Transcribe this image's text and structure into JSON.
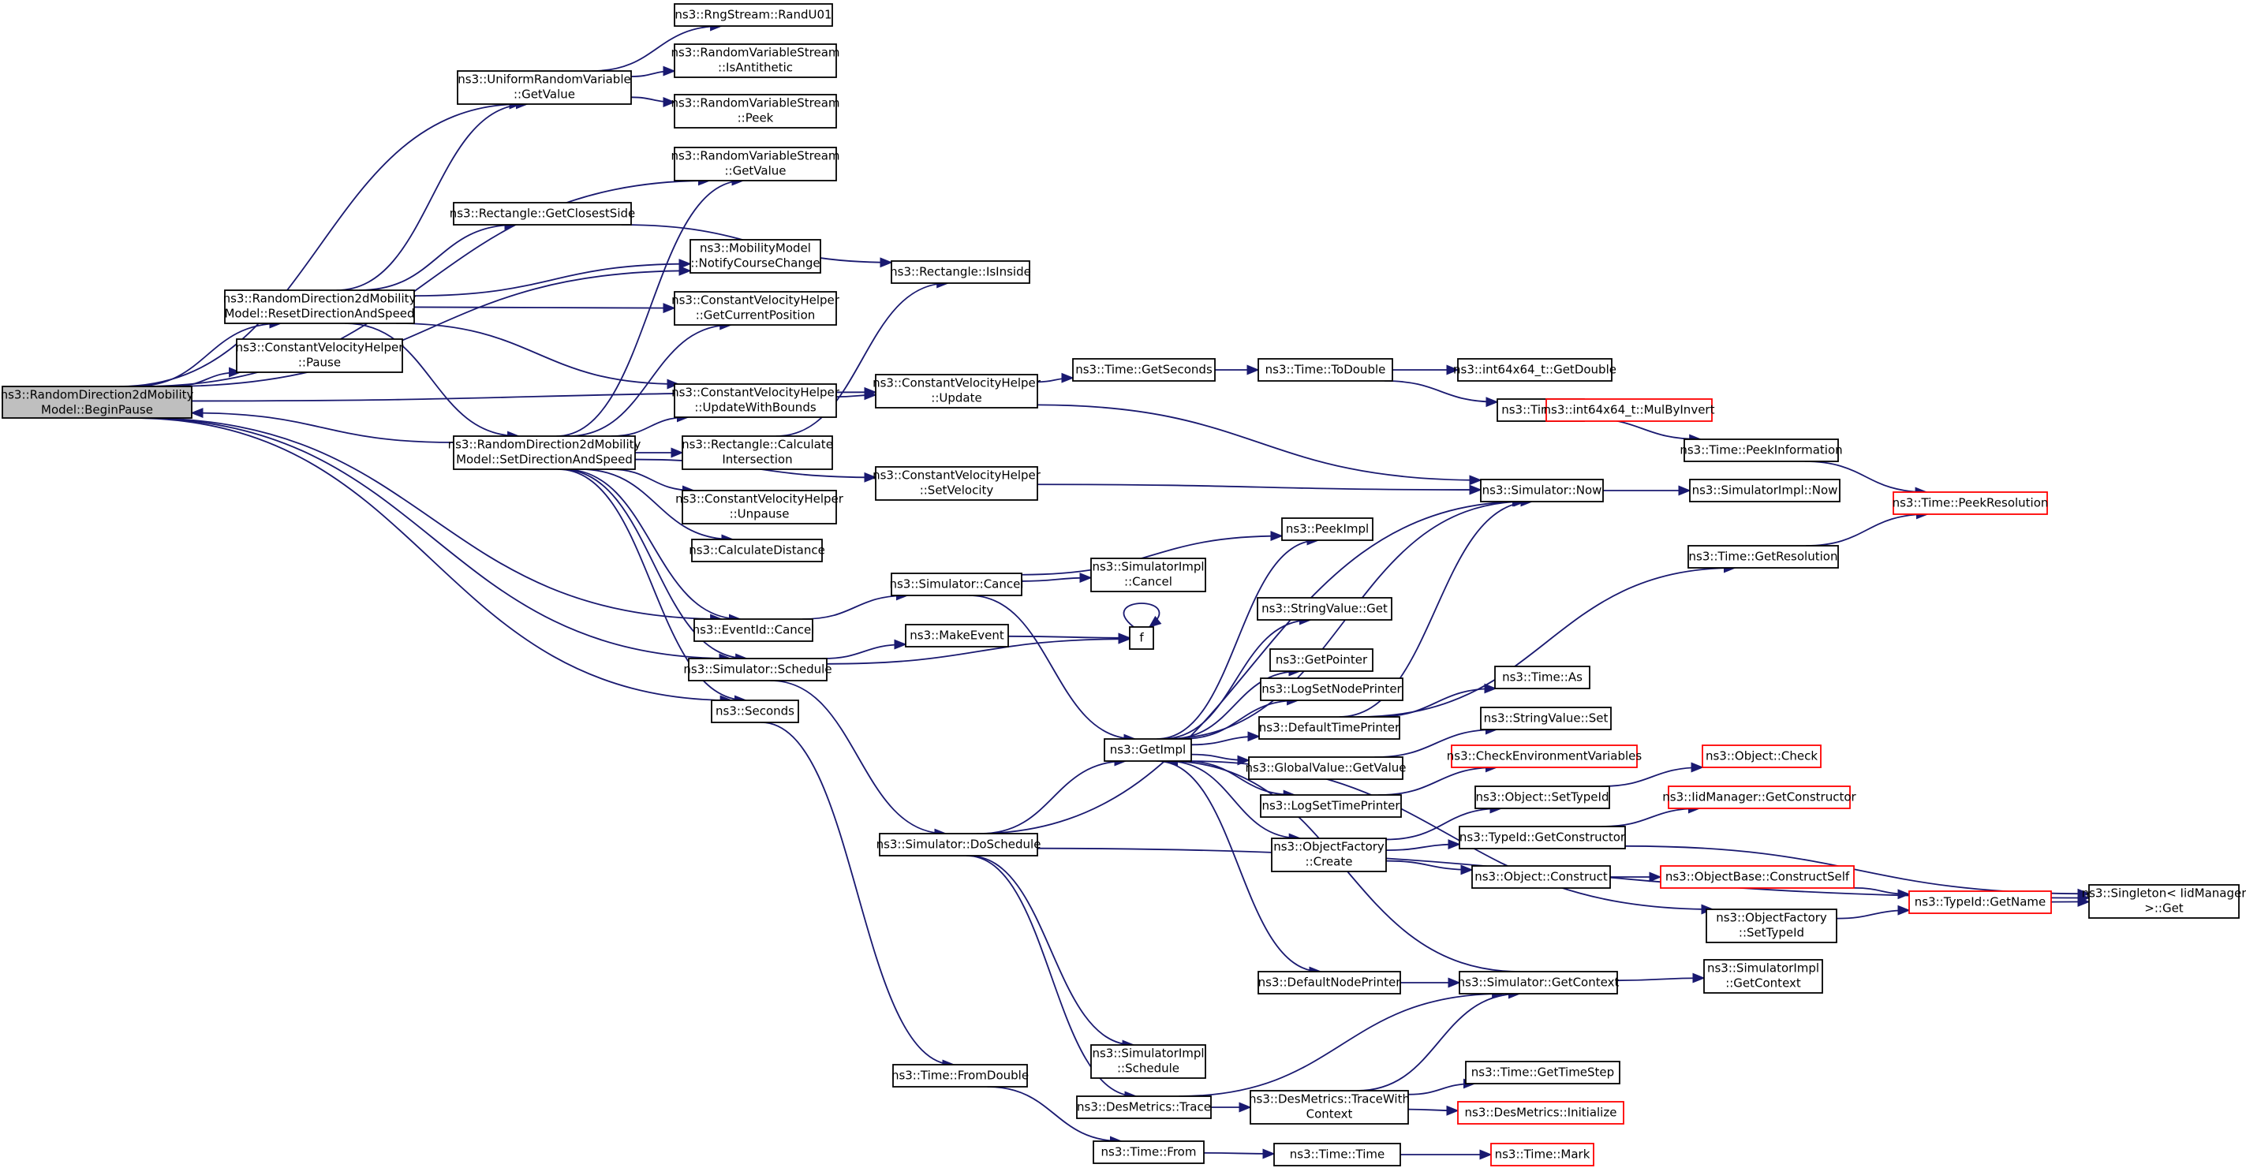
{
  "graph": {
    "nodes": [
      {
        "id": "root",
        "lines": [
          "ns3::RandomDirection2dMobility",
          "Model::BeginPause"
        ],
        "style": "root"
      },
      {
        "id": "urv_get",
        "lines": [
          "ns3::UniformRandomVariable",
          "::GetValue"
        ],
        "style": "normal"
      },
      {
        "id": "rng_rand",
        "lines": [
          "ns3::RngStream::RandU01"
        ],
        "style": "normal"
      },
      {
        "id": "rvs_anti",
        "lines": [
          "ns3::RandomVariableStream",
          "::IsAntithetic"
        ],
        "style": "normal"
      },
      {
        "id": "rvs_peek",
        "lines": [
          "ns3::RandomVariableStream",
          "::Peek"
        ],
        "style": "normal"
      },
      {
        "id": "rvs_get",
        "lines": [
          "ns3::RandomVariableStream",
          "::GetValue"
        ],
        "style": "normal"
      },
      {
        "id": "rect_closest",
        "lines": [
          "ns3::Rectangle::GetClosestSide"
        ],
        "style": "normal"
      },
      {
        "id": "mm_notify",
        "lines": [
          "ns3::MobilityModel",
          "::NotifyCourseChange"
        ],
        "style": "normal"
      },
      {
        "id": "rect_inside",
        "lines": [
          "ns3::Rectangle::IsInside"
        ],
        "style": "normal"
      },
      {
        "id": "reset_dir",
        "lines": [
          "ns3::RandomDirection2dMobility",
          "Model::ResetDirectionAndSpeed"
        ],
        "style": "normal"
      },
      {
        "id": "cvh_curpos",
        "lines": [
          "ns3::ConstantVelocityHelper",
          "::GetCurrentPosition"
        ],
        "style": "normal"
      },
      {
        "id": "cvh_pause",
        "lines": [
          "ns3::ConstantVelocityHelper",
          "::Pause"
        ],
        "style": "normal"
      },
      {
        "id": "cvh_update",
        "lines": [
          "ns3::ConstantVelocityHelper",
          "::Update"
        ],
        "style": "normal"
      },
      {
        "id": "time_getsec",
        "lines": [
          "ns3::Time::GetSeconds"
        ],
        "style": "normal"
      },
      {
        "id": "time_todouble",
        "lines": [
          "ns3::Time::ToDouble"
        ],
        "style": "normal"
      },
      {
        "id": "int_getdouble",
        "lines": [
          "ns3::int64x64_t::GetDouble"
        ],
        "style": "normal"
      },
      {
        "id": "cvh_upbounds",
        "lines": [
          "ns3::ConstantVelocityHelper",
          "::UpdateWithBounds"
        ],
        "style": "normal"
      },
      {
        "id": "time_to",
        "lines": [
          "ns3::Time::To"
        ],
        "style": "normal"
      },
      {
        "id": "int_mulbyinv",
        "lines": [
          "ns3::int64x64_t::MulByInvert"
        ],
        "style": "external"
      },
      {
        "id": "set_dir",
        "lines": [
          "ns3::RandomDirection2dMobility",
          "Model::SetDirectionAndSpeed"
        ],
        "style": "normal"
      },
      {
        "id": "rect_calcint",
        "lines": [
          "ns3::Rectangle::Calculate",
          "Intersection"
        ],
        "style": "normal"
      },
      {
        "id": "time_peekinfo",
        "lines": [
          "ns3::Time::PeekInformation"
        ],
        "style": "normal"
      },
      {
        "id": "cvh_setvel",
        "lines": [
          "ns3::ConstantVelocityHelper",
          "::SetVelocity"
        ],
        "style": "normal"
      },
      {
        "id": "sim_now",
        "lines": [
          "ns3::Simulator::Now"
        ],
        "style": "normal"
      },
      {
        "id": "simimpl_now",
        "lines": [
          "ns3::SimulatorImpl::Now"
        ],
        "style": "normal"
      },
      {
        "id": "cvh_unpause",
        "lines": [
          "ns3::ConstantVelocityHelper",
          "::Unpause"
        ],
        "style": "normal"
      },
      {
        "id": "time_peekres",
        "lines": [
          "ns3::Time::PeekResolution"
        ],
        "style": "external"
      },
      {
        "id": "peekimpl",
        "lines": [
          "ns3::PeekImpl"
        ],
        "style": "normal"
      },
      {
        "id": "calcdist",
        "lines": [
          "ns3::CalculateDistance"
        ],
        "style": "normal"
      },
      {
        "id": "time_getres",
        "lines": [
          "ns3::Time::GetResolution"
        ],
        "style": "normal"
      },
      {
        "id": "sim_cancel",
        "lines": [
          "ns3::Simulator::Cancel"
        ],
        "style": "normal"
      },
      {
        "id": "simimpl_cancel",
        "lines": [
          "ns3::SimulatorImpl",
          "::Cancel"
        ],
        "style": "normal"
      },
      {
        "id": "strval_get",
        "lines": [
          "ns3::StringValue::Get"
        ],
        "style": "normal"
      },
      {
        "id": "eventid_cancel",
        "lines": [
          "ns3::EventId::Cancel"
        ],
        "style": "normal"
      },
      {
        "id": "makeevent",
        "lines": [
          "ns3::MakeEvent"
        ],
        "style": "normal"
      },
      {
        "id": "f",
        "lines": [
          "f"
        ],
        "style": "normal"
      },
      {
        "id": "getpointer",
        "lines": [
          "ns3::GetPointer"
        ],
        "style": "normal"
      },
      {
        "id": "sim_schedule",
        "lines": [
          "ns3::Simulator::Schedule"
        ],
        "style": "normal"
      },
      {
        "id": "time_as",
        "lines": [
          "ns3::Time::As"
        ],
        "style": "normal"
      },
      {
        "id": "lognodeprinter",
        "lines": [
          "ns3::LogSetNodePrinter"
        ],
        "style": "normal"
      },
      {
        "id": "seconds",
        "lines": [
          "ns3::Seconds"
        ],
        "style": "normal"
      },
      {
        "id": "deftimeprinter",
        "lines": [
          "ns3::DefaultTimePrinter"
        ],
        "style": "normal"
      },
      {
        "id": "strval_set",
        "lines": [
          "ns3::StringValue::Set"
        ],
        "style": "normal"
      },
      {
        "id": "getimpl",
        "lines": [
          "ns3::GetImpl"
        ],
        "style": "normal"
      },
      {
        "id": "globval_get",
        "lines": [
          "ns3::GlobalValue::GetValue"
        ],
        "style": "normal"
      },
      {
        "id": "checkenv",
        "lines": [
          "ns3::CheckEnvironmentVariables"
        ],
        "style": "external"
      },
      {
        "id": "obj_check",
        "lines": [
          "ns3::Object::Check"
        ],
        "style": "external"
      },
      {
        "id": "logtimeprinter",
        "lines": [
          "ns3::LogSetTimePrinter"
        ],
        "style": "normal"
      },
      {
        "id": "obj_settypeid",
        "lines": [
          "ns3::Object::SetTypeId"
        ],
        "style": "normal"
      },
      {
        "id": "iid_getctor",
        "lines": [
          "ns3::IidManager::GetConstructor"
        ],
        "style": "external"
      },
      {
        "id": "sim_dosched",
        "lines": [
          "ns3::Simulator::DoSchedule"
        ],
        "style": "normal"
      },
      {
        "id": "typeid_getctor",
        "lines": [
          "ns3::TypeId::GetConstructor"
        ],
        "style": "normal"
      },
      {
        "id": "objfac_create",
        "lines": [
          "ns3::ObjectFactory",
          "::Create"
        ],
        "style": "normal"
      },
      {
        "id": "obj_construct",
        "lines": [
          "ns3::Object::Construct"
        ],
        "style": "normal"
      },
      {
        "id": "objbase_construct",
        "lines": [
          "ns3::ObjectBase::ConstructSelf"
        ],
        "style": "external"
      },
      {
        "id": "singleton_get",
        "lines": [
          "ns3::Singleton< IidManager",
          ">::Get"
        ],
        "style": "normal"
      },
      {
        "id": "typeid_getname",
        "lines": [
          "ns3::TypeId::GetName"
        ],
        "style": "external"
      },
      {
        "id": "objfac_settypeid",
        "lines": [
          "ns3::ObjectFactory",
          "::SetTypeId"
        ],
        "style": "normal"
      },
      {
        "id": "simimpl_getctx",
        "lines": [
          "ns3::SimulatorImpl",
          "::GetContext"
        ],
        "style": "normal"
      },
      {
        "id": "defnodeprinter",
        "lines": [
          "ns3::DefaultNodePrinter"
        ],
        "style": "normal"
      },
      {
        "id": "sim_getctx",
        "lines": [
          "ns3::Simulator::GetContext"
        ],
        "style": "normal"
      },
      {
        "id": "simimpl_sched",
        "lines": [
          "ns3::SimulatorImpl",
          "::Schedule"
        ],
        "style": "normal"
      },
      {
        "id": "time_fromdouble",
        "lines": [
          "ns3::Time::FromDouble"
        ],
        "style": "normal"
      },
      {
        "id": "desm_trace",
        "lines": [
          "ns3::DesMetrics::Trace"
        ],
        "style": "normal"
      },
      {
        "id": "desm_tracectx",
        "lines": [
          "ns3::DesMetrics::TraceWith",
          "Context"
        ],
        "style": "normal"
      },
      {
        "id": "time_gettimestep",
        "lines": [
          "ns3::Time::GetTimeStep"
        ],
        "style": "normal"
      },
      {
        "id": "desm_init",
        "lines": [
          "ns3::DesMetrics::Initialize"
        ],
        "style": "external"
      },
      {
        "id": "time_from",
        "lines": [
          "ns3::Time::From"
        ],
        "style": "normal"
      },
      {
        "id": "time_time",
        "lines": [
          "ns3::Time::Time"
        ],
        "style": "normal"
      },
      {
        "id": "time_mark",
        "lines": [
          "ns3::Time::Mark"
        ],
        "style": "external"
      }
    ],
    "edges": [
      [
        "root",
        "urv_get"
      ],
      [
        "root",
        "rvs_get"
      ],
      [
        "root",
        "mm_notify"
      ],
      [
        "root",
        "reset_dir"
      ],
      [
        "root",
        "cvh_pause"
      ],
      [
        "root",
        "cvh_update"
      ],
      [
        "root",
        "eventid_cancel"
      ],
      [
        "root",
        "sim_schedule"
      ],
      [
        "root",
        "seconds"
      ],
      [
        "urv_get",
        "rng_rand"
      ],
      [
        "urv_get",
        "rvs_anti"
      ],
      [
        "urv_get",
        "rvs_peek"
      ],
      [
        "reset_dir",
        "urv_get"
      ],
      [
        "reset_dir",
        "rect_closest"
      ],
      [
        "reset_dir",
        "mm_notify"
      ],
      [
        "reset_dir",
        "cvh_curpos"
      ],
      [
        "reset_dir",
        "cvh_upbounds"
      ],
      [
        "reset_dir",
        "set_dir"
      ],
      [
        "rect_closest",
        "rect_inside"
      ],
      [
        "set_dir",
        "root"
      ],
      [
        "set_dir",
        "rvs_get"
      ],
      [
        "set_dir",
        "cvh_curpos"
      ],
      [
        "set_dir",
        "cvh_upbounds"
      ],
      [
        "set_dir",
        "rect_calcint"
      ],
      [
        "set_dir",
        "cvh_unpause"
      ],
      [
        "set_dir",
        "calcdist"
      ],
      [
        "set_dir",
        "cvh_setvel"
      ],
      [
        "set_dir",
        "eventid_cancel"
      ],
      [
        "set_dir",
        "sim_schedule"
      ],
      [
        "set_dir",
        "seconds"
      ],
      [
        "cvh_upbounds",
        "cvh_update"
      ],
      [
        "rect_calcint",
        "rect_inside"
      ],
      [
        "cvh_update",
        "time_getsec"
      ],
      [
        "cvh_update",
        "sim_now"
      ],
      [
        "time_getsec",
        "time_todouble"
      ],
      [
        "time_todouble",
        "int_getdouble"
      ],
      [
        "time_todouble",
        "time_to"
      ],
      [
        "time_to",
        "int_mulbyinv"
      ],
      [
        "time_to",
        "time_peekinfo"
      ],
      [
        "time_peekinfo",
        "time_peekres"
      ],
      [
        "cvh_setvel",
        "sim_now"
      ],
      [
        "sim_now",
        "simimpl_now"
      ],
      [
        "eventid_cancel",
        "sim_cancel"
      ],
      [
        "sim_cancel",
        "simimpl_cancel"
      ],
      [
        "sim_cancel",
        "peekimpl"
      ],
      [
        "sim_cancel",
        "getimpl"
      ],
      [
        "sim_schedule",
        "makeevent"
      ],
      [
        "sim_schedule",
        "f"
      ],
      [
        "sim_schedule",
        "sim_dosched"
      ],
      [
        "makeevent",
        "f"
      ],
      [
        "f",
        "f"
      ],
      [
        "seconds",
        "time_fromdouble"
      ],
      [
        "getimpl",
        "peekimpl"
      ],
      [
        "getimpl",
        "strval_get"
      ],
      [
        "getimpl",
        "getpointer"
      ],
      [
        "getimpl",
        "lognodeprinter"
      ],
      [
        "getimpl",
        "deftimeprinter"
      ],
      [
        "getimpl",
        "globval_get"
      ],
      [
        "getimpl",
        "logtimeprinter"
      ],
      [
        "getimpl",
        "objfac_create"
      ],
      [
        "getimpl",
        "objfac_settypeid"
      ],
      [
        "getimpl",
        "defnodeprinter"
      ],
      [
        "getimpl",
        "sim_now"
      ],
      [
        "deftimeprinter",
        "time_getres"
      ],
      [
        "deftimeprinter",
        "time_as"
      ],
      [
        "deftimeprinter",
        "sim_now"
      ],
      [
        "time_getres",
        "time_peekres"
      ],
      [
        "globval_get",
        "strval_set"
      ],
      [
        "logtimeprinter",
        "checkenv"
      ],
      [
        "objfac_create",
        "obj_settypeid"
      ],
      [
        "objfac_create",
        "typeid_getctor"
      ],
      [
        "objfac_create",
        "obj_construct"
      ],
      [
        "obj_settypeid",
        "obj_check"
      ],
      [
        "typeid_getctor",
        "iid_getctor"
      ],
      [
        "typeid_getctor",
        "singleton_get"
      ],
      [
        "obj_construct",
        "objbase_construct"
      ],
      [
        "objbase_construct",
        "typeid_getname"
      ],
      [
        "objfac_settypeid",
        "typeid_getname"
      ],
      [
        "typeid_getname",
        "singleton_get"
      ],
      [
        "defnodeprinter",
        "sim_getctx"
      ],
      [
        "sim_getctx",
        "simimpl_getctx"
      ],
      [
        "sim_getctx",
        "getimpl"
      ],
      [
        "sim_dosched",
        "getimpl"
      ],
      [
        "sim_dosched",
        "sim_now"
      ],
      [
        "sim_dosched",
        "simimpl_sched"
      ],
      [
        "sim_dosched",
        "desm_trace"
      ],
      [
        "sim_dosched",
        "singleton_get"
      ],
      [
        "desm_trace",
        "desm_tracectx"
      ],
      [
        "desm_trace",
        "sim_getctx"
      ],
      [
        "desm_tracectx",
        "time_gettimestep"
      ],
      [
        "desm_tracectx",
        "desm_init"
      ],
      [
        "desm_tracectx",
        "sim_getctx"
      ],
      [
        "time_fromdouble",
        "time_from"
      ],
      [
        "time_from",
        "time_time"
      ],
      [
        "time_time",
        "time_mark"
      ]
    ]
  }
}
